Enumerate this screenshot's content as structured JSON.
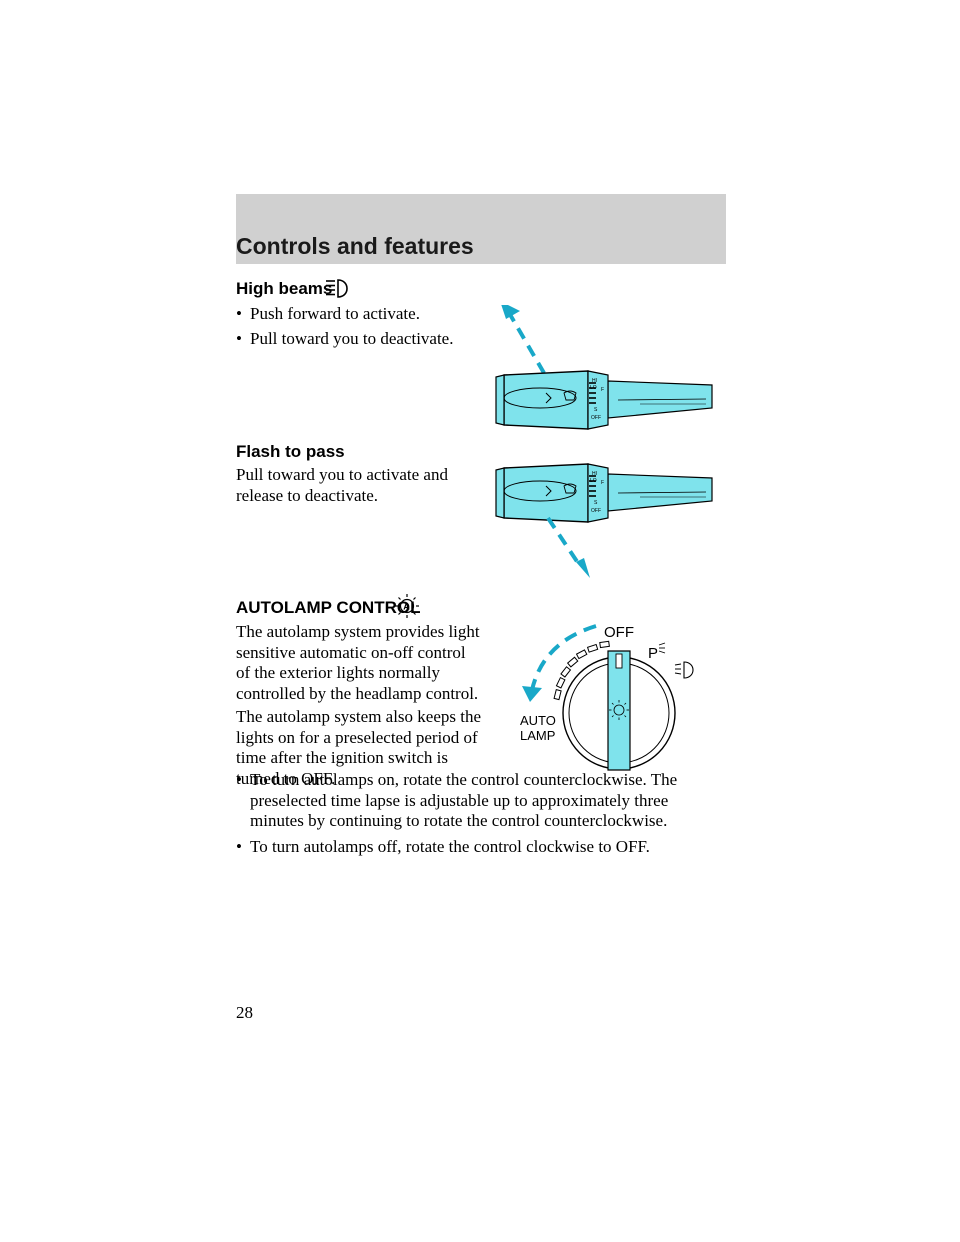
{
  "header": {
    "title": "Controls and features"
  },
  "high_beams": {
    "heading": "High beams",
    "bullets": [
      "Push forward to activate.",
      "Pull toward you to deactivate."
    ]
  },
  "flash_to_pass": {
    "heading": "Flash to pass",
    "text": "Pull toward you to activate and release to deactivate."
  },
  "stalk_labels": {
    "hi": "HI",
    "lo": "LO",
    "f": "F",
    "s": "S",
    "off": "OFF"
  },
  "autolamp": {
    "heading": "AUTOLAMP CONTROL",
    "para1": "The autolamp system provides light sensitive automatic on-off control of the exterior lights normally controlled by the headlamp control.",
    "para2": "The autolamp system also keeps the lights on for a preselected period of time after the ignition switch is turned to OFF.",
    "bullet1": "To turn autolamps on, rotate the control counterclockwise. The preselected time lapse is adjustable up to approximately three minutes by continuing to rotate the control counterclockwise.",
    "bullet2": "To turn autolamps off, rotate the control clockwise to OFF.",
    "fig_off": "OFF",
    "fig_p": "P",
    "fig_auto": "AUTO",
    "fig_lamp": "LAMP"
  },
  "bullet_char": "•",
  "page_number": "28",
  "colors": {
    "accent": "#7fe3ec",
    "header_band": "#d0d0d0",
    "dashed": "#19a8c8"
  }
}
